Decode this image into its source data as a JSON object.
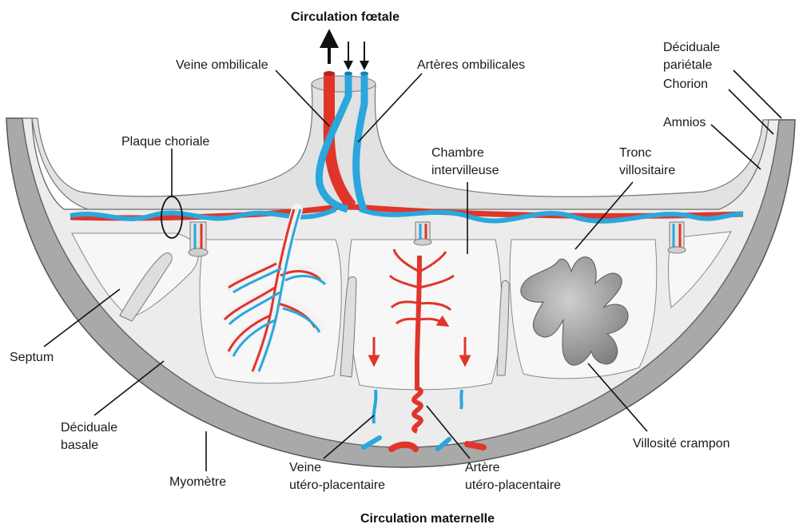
{
  "titles": {
    "fetal_circulation": "Circulation fœtale",
    "maternal_circulation": "Circulation maternelle"
  },
  "labels": {
    "umbilical_vein": "Veine ombilicale",
    "umbilical_arteries": "Artères ombilicales",
    "parietal_decidua_1": "Déciduale",
    "parietal_decidua_2": "pariétale",
    "chorion": "Chorion",
    "amnion": "Amnios",
    "chorionic_plate": "Plaque choriale",
    "intervillous_space_1": "Chambre",
    "intervillous_space_2": "intervilleuse",
    "villous_trunk_1": "Tronc",
    "villous_trunk_2": "villositaire",
    "septum": "Septum",
    "basal_decidua_1": "Déciduale",
    "basal_decidua_2": "basale",
    "myometrium": "Myomètre",
    "uteroplacental_vein_1": "Veine",
    "uteroplacental_vein_2": "utéro-placentaire",
    "uteroplacental_artery_1": "Artère",
    "uteroplacental_artery_2": "utéro-placentaire",
    "anchoring_villus": "Villosité crampon"
  },
  "colors": {
    "artery_red": "#e0352b",
    "vein_blue": "#2aa7dc",
    "tissue_light": "#ececec",
    "tissue_mid": "#c9c9c9",
    "myometrium": "#a9a9a9",
    "outline": "#555555",
    "villus_grey": "#8f8f8f"
  }
}
